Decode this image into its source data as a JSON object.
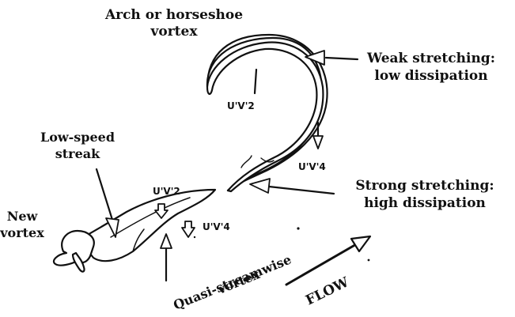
{
  "labels": {
    "arch_line1": "Arch or horseshoe",
    "arch_line2": "vortex",
    "weak_line1": "Weak stretching:",
    "weak_line2": "low dissipation",
    "uv2_upper": "U'V'2",
    "uv4_upper": "U'V'4",
    "lowspeed_line1": "Low-speed",
    "lowspeed_line2": "streak",
    "uv2_lower": "U'V'2",
    "strong_line1": "Strong stretching:",
    "strong_line2": "high dissipation",
    "uv4_lower": "U'V'4",
    "new_line1": "New",
    "new_line2": "vortex",
    "quasi_line1": "Quasi-streamwise",
    "quasi_line2": "vortex",
    "flow": "FLOW"
  }
}
